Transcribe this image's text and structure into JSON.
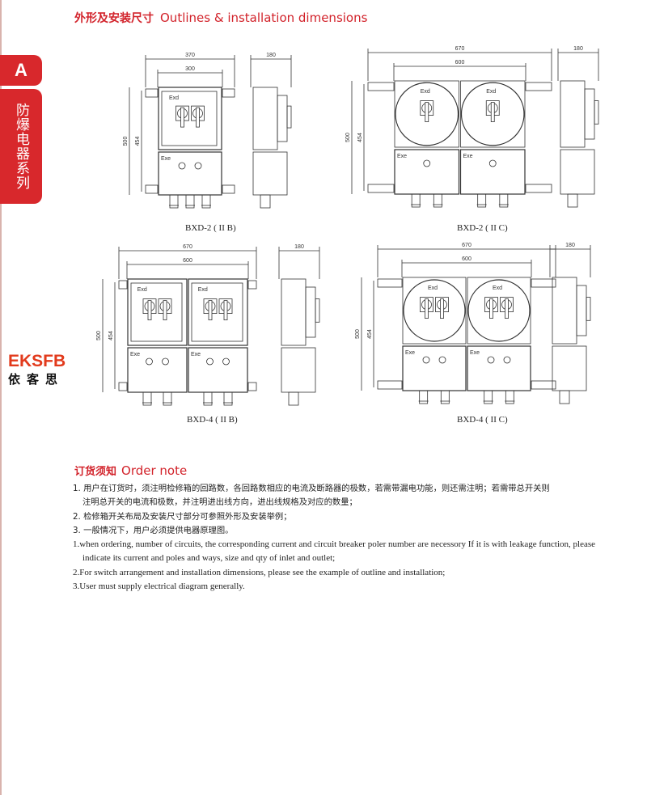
{
  "header": {
    "title_cn": "外形及安装尺寸",
    "title_en": "Outlines & installation dimensions"
  },
  "side_tab": {
    "letter": "A",
    "series": "防爆电器系列"
  },
  "logo": {
    "en": "EKSFB",
    "cn": "依客思"
  },
  "figures": [
    {
      "caption": "BXD-2 ( II B)",
      "outer_width": "370",
      "inner_width": "300",
      "outer_height": "500",
      "inner_height": "454",
      "depth": "180",
      "upper_label": "Exd",
      "lower_label": "Exe"
    },
    {
      "caption": "BXD-2 ( II C)",
      "outer_width": "670",
      "inner_width": "600",
      "outer_height": "500",
      "inner_height": "454",
      "depth": "180",
      "upper_label": "Exd",
      "lower_label": "Exe"
    },
    {
      "caption": "BXD-4 ( II B)",
      "outer_width": "670",
      "inner_width": "600",
      "outer_height": "500",
      "inner_height": "454",
      "depth": "180",
      "upper_label": "Exd",
      "lower_label": "Exe"
    },
    {
      "caption": "BXD-4 ( II C)",
      "outer_width": "670",
      "inner_width": "600",
      "outer_height": "500",
      "inner_height": "454",
      "depth": "180",
      "upper_label": "Exd",
      "lower_label": "Exe"
    }
  ],
  "order_note": {
    "title_cn": "订货须知",
    "title_en": "Order note",
    "cn_items": [
      "1. 用户在订货时，须注明检修箱的回路数，各回路数相应的电流及断路器的极数，若需带漏电功能，则还需注明；若需带总开关则",
      "注明总开关的电流和极数，并注明进出线方向，进出线规格及对应的数量；",
      "2. 检修箱开关布局及安装尺寸部分可参照外形及安装举例；",
      "3. 一般情况下，用户必须提供电器原理图。"
    ],
    "en_items": [
      "1.when ordering, number of circuits, the corresponding current and circuit breaker poler number are necessory If it is with leakage function, please",
      "indicate its current and poles and ways, size and qty of inlet and outlet;",
      "2.For switch arrangement and installation dimensions, please see the example of outline and installation;",
      "3.User must supply electrical diagram generally."
    ]
  }
}
